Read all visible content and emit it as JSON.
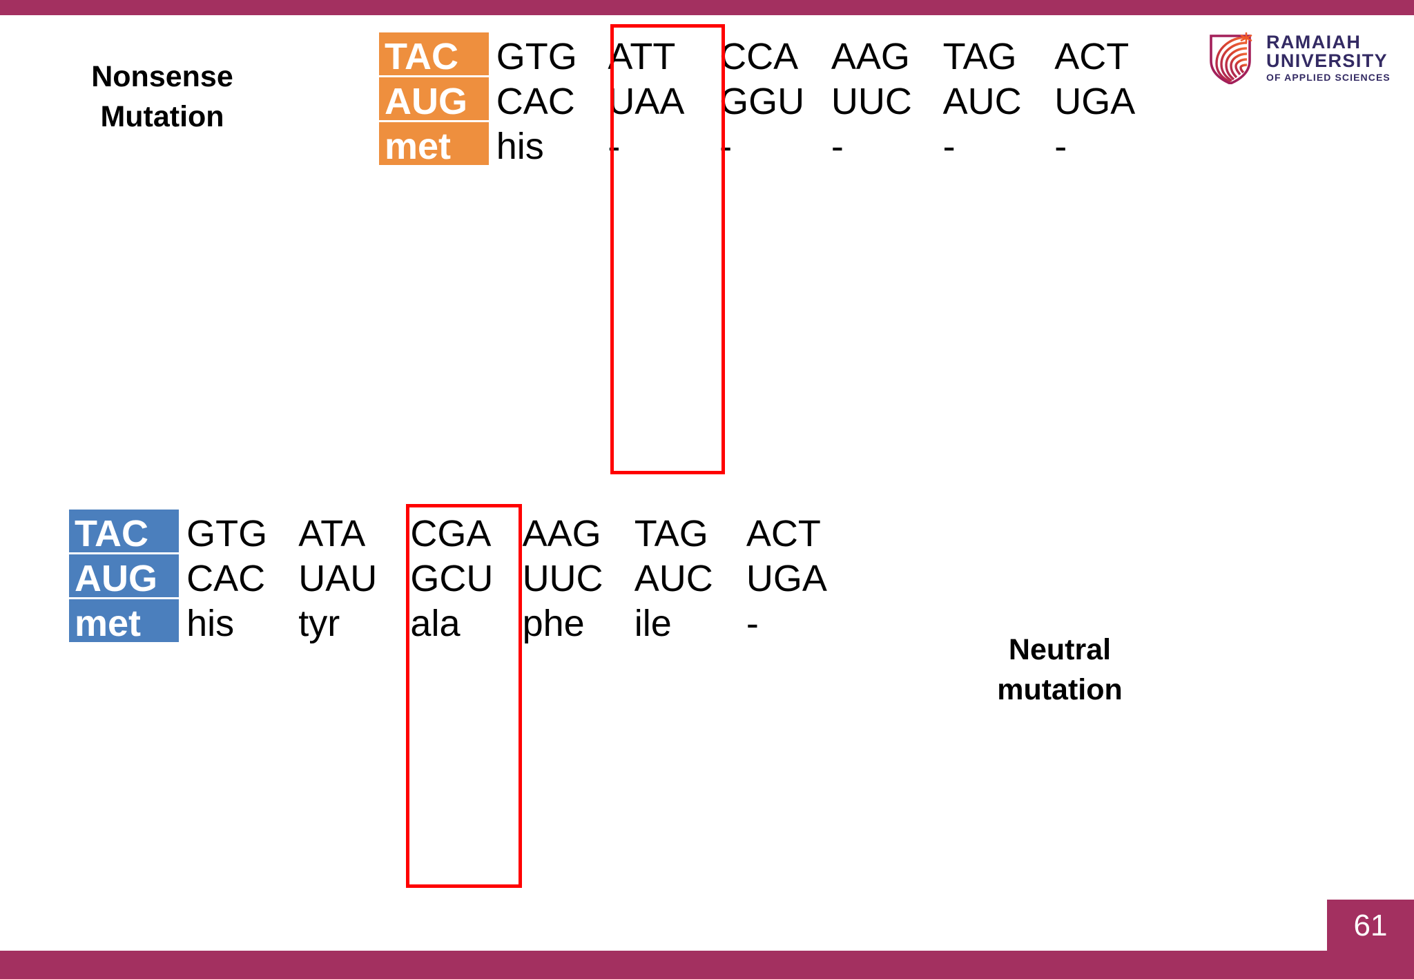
{
  "slide": {
    "page_number": "61",
    "accent_color": "#a33060"
  },
  "logo": {
    "name": "ramaiah-university-logo",
    "line1": "RAMAIAH",
    "line2": "UNIVERSITY",
    "line3": "OF APPLIED SCIENCES",
    "mark_colors": [
      "#a3205a",
      "#e0502c",
      "#f26b3a"
    ],
    "text_color": "#332a63"
  },
  "captions": {
    "nonsense": "Nonsense Mutation",
    "neutral": "Neutral mutation"
  },
  "tables": {
    "nonsense": {
      "name": "nonsense-mutation-table",
      "accent": "#ee8f3e",
      "mutated_column_index": 2,
      "rows": [
        {
          "kind": "dna",
          "cells": [
            "TAC",
            "GTG",
            "ATT",
            "CCA",
            "AAG",
            "TAG",
            "ACT"
          ]
        },
        {
          "kind": "rna",
          "cells": [
            "AUG",
            "CAC",
            "UAA",
            "GGU",
            "UUC",
            "AUC",
            "UGA"
          ]
        },
        {
          "kind": "aa",
          "cells": [
            "met",
            "his",
            "-",
            "-",
            "-",
            "-",
            "-"
          ]
        }
      ]
    },
    "neutral": {
      "name": "neutral-mutation-table",
      "accent": "#4b7fbd",
      "mutated_column_index": 3,
      "rows": [
        {
          "kind": "dna",
          "cells": [
            "TAC",
            "GTG",
            "ATA",
            "CGA",
            "AAG",
            "TAG",
            "ACT"
          ]
        },
        {
          "kind": "rna",
          "cells": [
            "AUG",
            "CAC",
            "UAU",
            "GCU",
            "UUC",
            "AUC",
            "UGA"
          ]
        },
        {
          "kind": "aa",
          "cells": [
            "met",
            "his",
            "tyr",
            "ala",
            "phe",
            "ile",
            "-"
          ]
        }
      ]
    }
  }
}
